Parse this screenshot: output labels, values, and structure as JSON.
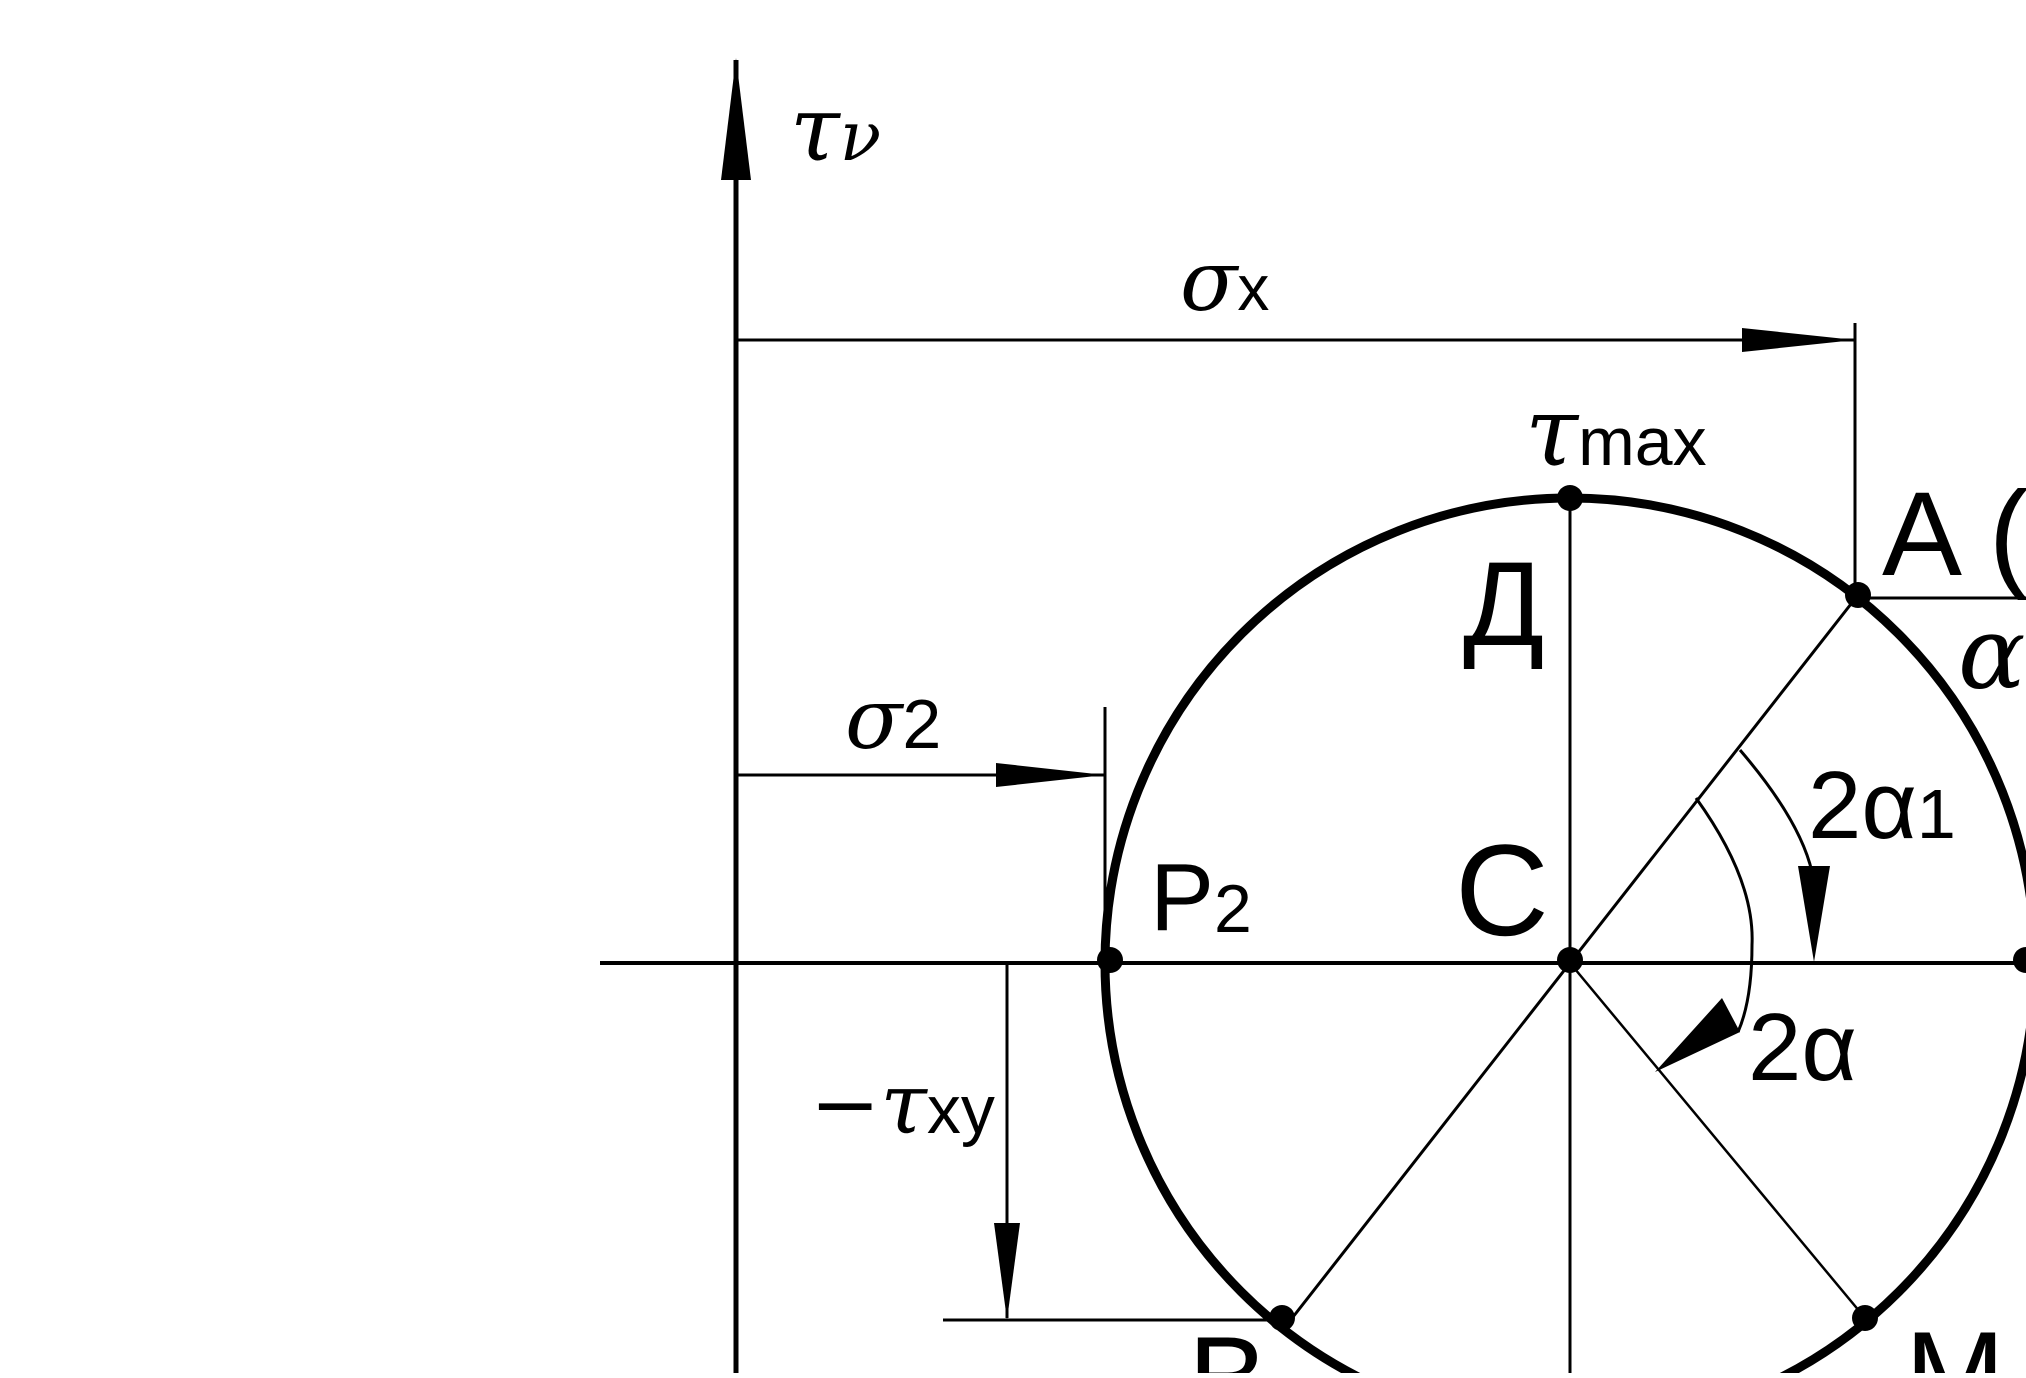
{
  "colors": {
    "ink": "#000000",
    "paper": "#ffffff"
  },
  "axis": {
    "tau_symbol": "τ",
    "tau_sub": "ν"
  },
  "dims": {
    "sigma_x": {
      "sym": "σ",
      "sub": "x"
    },
    "sigma_2": {
      "sym": "σ",
      "sub": "2"
    },
    "tau_xy": {
      "sym": "−τ",
      "sub": "xy"
    }
  },
  "labels": {
    "tau_max": {
      "sym": "τ",
      "sub": "max"
    },
    "point_A": "A (",
    "alpha_tail": "α",
    "point_D": "Д",
    "angle_2a1": {
      "text": "2α",
      "sub": "1"
    },
    "point_P2": {
      "text": "P",
      "sub": "2"
    },
    "point_C": "C",
    "angle_2a": "2α",
    "point_B": "B",
    "point_M": "M"
  }
}
